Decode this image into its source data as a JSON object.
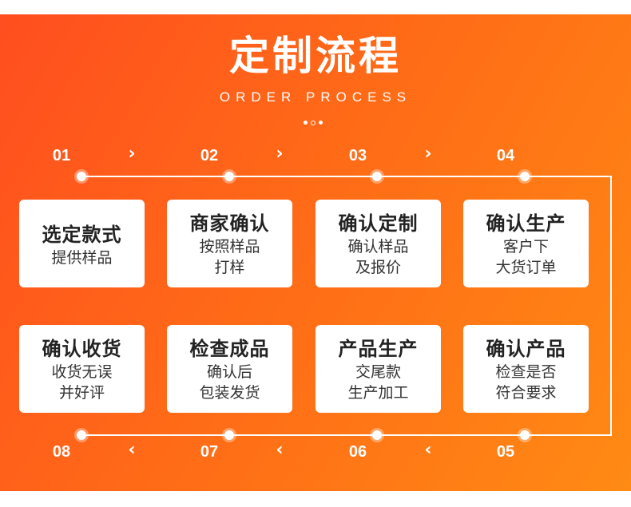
{
  "header": {
    "title": "定制流程",
    "subtitle": "ORDER PROCESS"
  },
  "colors": {
    "gradient_start": "#ff4e1f",
    "gradient_end": "#ff8a14",
    "card_bg": "#ffffff",
    "text": "#222222"
  },
  "steps": [
    {
      "num": "01",
      "title": "选定款式",
      "lines": [
        "提供样品"
      ]
    },
    {
      "num": "02",
      "title": "商家确认",
      "lines": [
        "按照样品",
        "打样"
      ]
    },
    {
      "num": "03",
      "title": "确认定制",
      "lines": [
        "确认样品",
        "及报价"
      ]
    },
    {
      "num": "04",
      "title": "确认生产",
      "lines": [
        "客户下",
        "大货订单"
      ]
    },
    {
      "num": "05",
      "title": "确认产品",
      "lines": [
        "检查是否",
        "符合要求"
      ]
    },
    {
      "num": "06",
      "title": "产品生产",
      "lines": [
        "交尾款",
        "生产加工"
      ]
    },
    {
      "num": "07",
      "title": "检查成品",
      "lines": [
        "确认后",
        "包装发货"
      ]
    },
    {
      "num": "08",
      "title": "确认收货",
      "lines": [
        "收货无误",
        "并好评"
      ]
    }
  ],
  "arrows": {
    "forward": "›",
    "back": "‹"
  }
}
